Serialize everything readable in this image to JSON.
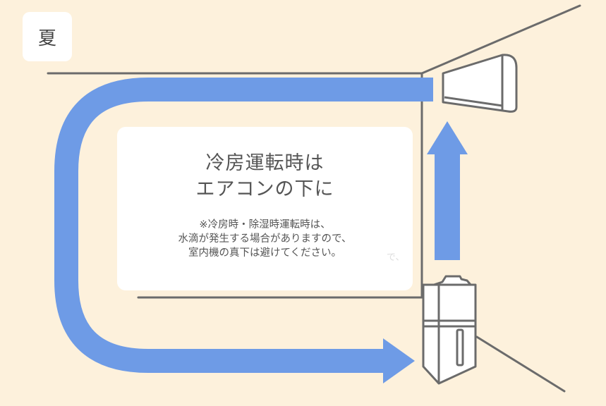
{
  "season_label": "夏",
  "card": {
    "title_line1": "冷房運転時は",
    "title_line2": "エアコンの下に",
    "note_line1": "※冷房時・除湿時運転時は、",
    "note_line2": "水滴が発生する場合がありますので、",
    "note_line3": "室内機の真下は避けてください。"
  },
  "stray_mark": "で、",
  "colors": {
    "background": "#fdf1dc",
    "airflow_arrow": "#6e9be6",
    "line": "#6b6b6b",
    "card": "#ffffff"
  },
  "icons": [
    "air-conditioner-icon",
    "dehumidifier-icon",
    "airflow-arrow-icon",
    "up-arrow-icon"
  ]
}
